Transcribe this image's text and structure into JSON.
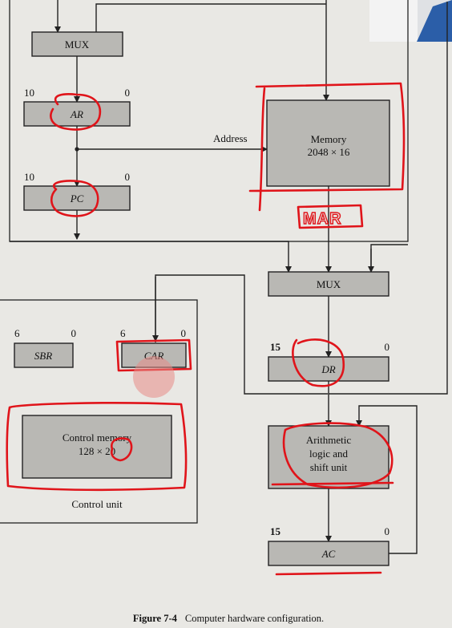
{
  "blocks": {
    "mux_top": "MUX",
    "ar": "AR",
    "pc": "PC",
    "memory_line1": "Memory",
    "memory_line2": "2048 × 16",
    "mux_mid": "MUX",
    "sbr": "SBR",
    "car": "CAR",
    "dr": "DR",
    "control_memory_line1": "Control memory",
    "control_memory_line2": "128 × 20",
    "alu_line1": "Arithmetic",
    "alu_line2": "logic and",
    "alu_line3": "shift unit",
    "ac": "AC"
  },
  "bit_labels": {
    "ar_hi": "10",
    "ar_lo": "0",
    "pc_hi": "10",
    "pc_lo": "0",
    "sbr_hi": "6",
    "sbr_lo": "0",
    "car_hi": "6",
    "car_lo": "0",
    "dr_hi": "15",
    "dr_lo": "0",
    "ac_hi": "15",
    "ac_lo": "0"
  },
  "signals": {
    "address": "Address"
  },
  "groups": {
    "control_unit": "Control unit"
  },
  "annotations": {
    "handwritten_mar": "MAR"
  },
  "caption": {
    "figure_number": "Figure 7-4",
    "text": "Computer hardware configuration."
  },
  "colors": {
    "ink": "#e0141a",
    "block_fill": "#b9b8b4",
    "background": "#e9e8e4"
  }
}
